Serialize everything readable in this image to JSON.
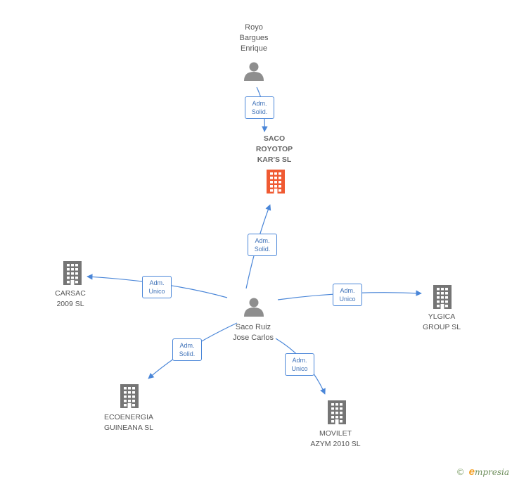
{
  "colors": {
    "person": "#8e8e8e",
    "company": "#757575",
    "focus_company": "#f05a32",
    "edge": "#4a86d8",
    "brand_e": "#f29d22",
    "brand_text": "#6f8f5d"
  },
  "nodes": {
    "royo_bargues_enrique": {
      "kind": "person",
      "icon": "person-icon",
      "label_lines": [
        "Royo",
        "Bargues",
        "Enrique"
      ]
    },
    "saco_royotop": {
      "kind": "company-focus",
      "icon": "building-icon",
      "label_lines": [
        "SACO",
        "ROYOTOP",
        "KAR'S SL"
      ]
    },
    "saco_ruiz_jose_carlos": {
      "kind": "person",
      "icon": "person-icon",
      "label_lines": [
        "Saco Ruiz",
        "Jose Carlos"
      ]
    },
    "carsac_2009": {
      "kind": "company",
      "icon": "building-icon",
      "label_lines": [
        "CARSAC",
        "2009 SL"
      ]
    },
    "ylgica_group": {
      "kind": "company",
      "icon": "building-icon",
      "label_lines": [
        "YLGICA",
        "GROUP  SL"
      ]
    },
    "ecoenergia_guineana": {
      "kind": "company",
      "icon": "building-icon",
      "label_lines": [
        "ECOENERGIA",
        "GUINEANA SL"
      ]
    },
    "movilet_azym_2010": {
      "kind": "company",
      "icon": "building-icon",
      "label_lines": [
        "MOVILET",
        "AZYM 2010 SL"
      ]
    }
  },
  "edges": [
    {
      "from": "royo_bargues_enrique",
      "to": "saco_royotop",
      "label_lines": [
        "Adm.",
        "Solid."
      ]
    },
    {
      "from": "saco_ruiz_jose_carlos",
      "to": "saco_royotop",
      "label_lines": [
        "Adm.",
        "Solid."
      ]
    },
    {
      "from": "saco_ruiz_jose_carlos",
      "to": "carsac_2009",
      "label_lines": [
        "Adm.",
        "Unico"
      ]
    },
    {
      "from": "saco_ruiz_jose_carlos",
      "to": "ylgica_group",
      "label_lines": [
        "Adm.",
        "Unico"
      ]
    },
    {
      "from": "saco_ruiz_jose_carlos",
      "to": "ecoenergia_guineana",
      "label_lines": [
        "Adm.",
        "Solid."
      ]
    },
    {
      "from": "saco_ruiz_jose_carlos",
      "to": "movilet_azym_2010",
      "label_lines": [
        "Adm.",
        "Unico"
      ]
    }
  ],
  "brand": {
    "copyright": "©",
    "e": "e",
    "rest": "mpresia"
  }
}
